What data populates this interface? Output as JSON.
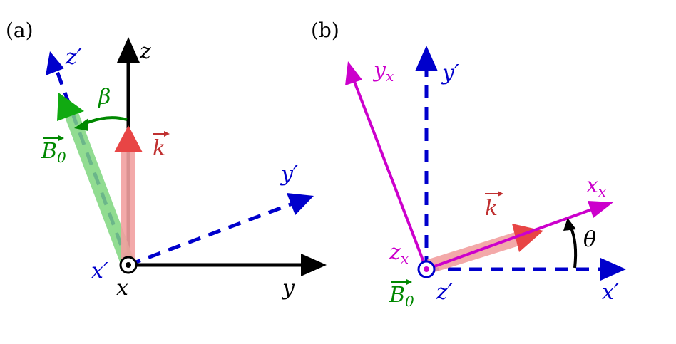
{
  "colors": {
    "black": "#000000",
    "blue": "#0000cc",
    "magenta": "#cc00cc",
    "green": "#008800",
    "green_light": "#7ed67e",
    "red": "#e84545",
    "red_light": "#f2a0a0"
  },
  "panel_a": {
    "tag": "(a)",
    "z": "z",
    "z_prime": "z′",
    "y": "y",
    "y_prime": "y′",
    "x": "x",
    "x_prime": "x′",
    "beta": "β",
    "B0_base": "B",
    "B0_sub": "0",
    "k": "k"
  },
  "panel_b": {
    "tag": "(b)",
    "y_prime": "y′",
    "y_x_base": "y",
    "y_x_sub": "x",
    "x_x_base": "x",
    "x_x_sub": "x",
    "x_prime": "x′",
    "z_x_base": "z",
    "z_x_sub": "x",
    "z_prime": "z′",
    "theta": "θ",
    "B0_base": "B",
    "B0_sub": "0",
    "k": "k"
  }
}
